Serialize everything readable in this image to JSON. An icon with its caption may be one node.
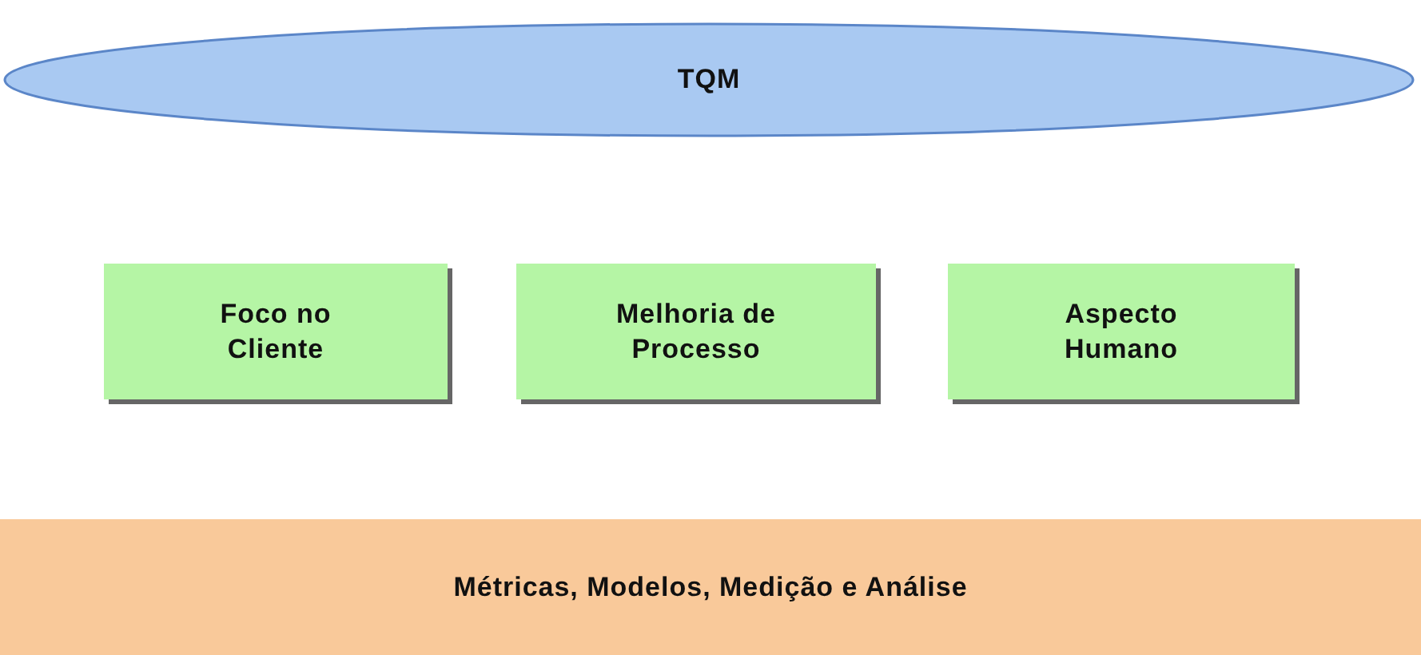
{
  "diagram": {
    "nodes": [
      {
        "text": [
          "TQM"
        ]
      },
      {
        "text": [
          "Foco no Cliente"
        ]
      },
      {
        "text": [
          "Melhoria de Processo"
        ]
      },
      {
        "text": [
          "Aspecto Humano"
        ]
      },
      {
        "text": [
          "Métricas, Modelos, Medição e Análise"
        ]
      }
    ]
  }
}
